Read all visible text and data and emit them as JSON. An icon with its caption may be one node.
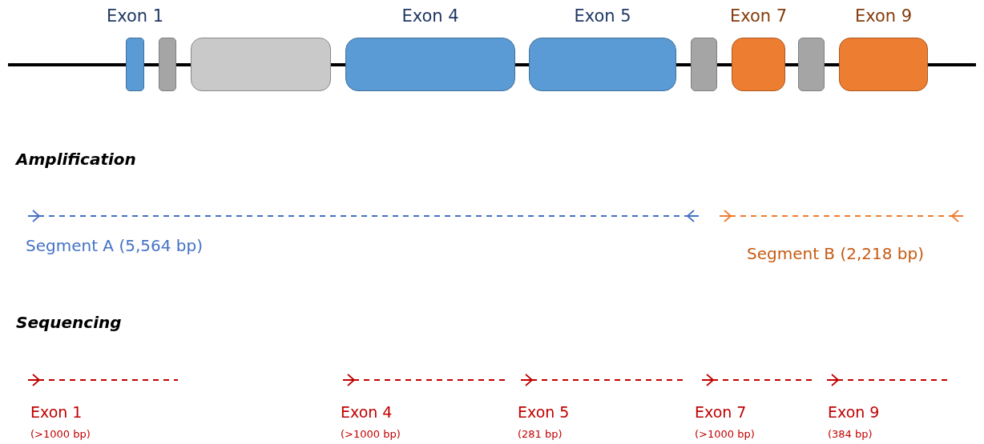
{
  "diagram": {
    "nodes": [
      {
        "text": [
          "Exon 1"
        ]
      },
      {
        "text": [],
        "shape": "box"
      },
      {
        "text": [],
        "shape": "box"
      },
      {
        "text": [
          "Exon 4"
        ]
      },
      {
        "text": [
          "Exon 5"
        ]
      },
      {
        "text": [],
        "shape": "box"
      },
      {
        "text": [
          "Exon 7"
        ]
      },
      {
        "text": [],
        "shape": "box"
      },
      {
        "text": [
          "Exon 9"
        ]
      }
    ],
    "labels": [
      "Amplification",
      "Segment A (5,564 bp)",
      "Segment B (2,218 bp)",
      "Sequencing",
      "Exon 1",
      "Exon 4",
      "Exon 5",
      "Exon 7",
      "Exon 9",
      "(>1000 bp)",
      "(>1000 bp)",
      "(281 bp)",
      "(>1000 bp)",
      "(384 bp)"
    ]
  }
}
